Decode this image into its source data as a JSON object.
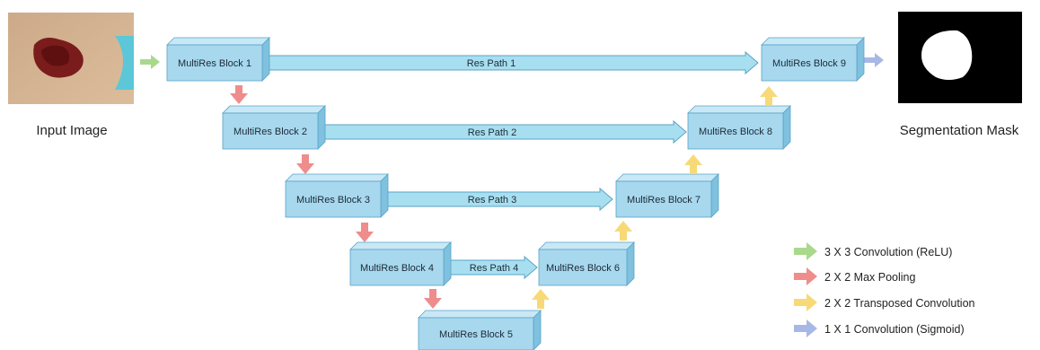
{
  "colors": {
    "block_front": "#a7d8ee",
    "block_top": "#c9e8f6",
    "block_side": "#7fc1de",
    "block_stroke": "#5aa3c7",
    "res_path": "#a8dff0",
    "res_path_stroke": "#5aa3c7",
    "conv_relu": "#a9d98c",
    "max_pool": "#ef8c8c",
    "transposed": "#f8d978",
    "conv_sigmoid": "#a8b8e6"
  },
  "input": {
    "caption": "Input Image"
  },
  "output": {
    "caption": "Segmentation Mask"
  },
  "blocks": [
    {
      "id": "b1",
      "label": "MultiRes Block 1"
    },
    {
      "id": "b2",
      "label": "MultiRes Block 2"
    },
    {
      "id": "b3",
      "label": "MultiRes Block 3"
    },
    {
      "id": "b4",
      "label": "MultiRes Block 4"
    },
    {
      "id": "b5",
      "label": "MultiRes Block 5"
    },
    {
      "id": "b6",
      "label": "MultiRes Block 6"
    },
    {
      "id": "b7",
      "label": "MultiRes Block 7"
    },
    {
      "id": "b8",
      "label": "MultiRes Block 8"
    },
    {
      "id": "b9",
      "label": "MultiRes Block 9"
    }
  ],
  "res_paths": [
    {
      "id": "rp1",
      "label": "Res Path 1"
    },
    {
      "id": "rp2",
      "label": "Res Path 2"
    },
    {
      "id": "rp3",
      "label": "Res Path 3"
    },
    {
      "id": "rp4",
      "label": "Res Path 4"
    }
  ],
  "legend": [
    {
      "label": "3 X 3 Convolution (ReLU)",
      "color_key": "conv_relu"
    },
    {
      "label": "2 X 2 Max Pooling",
      "color_key": "max_pool"
    },
    {
      "label": "2 X 2 Transposed Convolution",
      "color_key": "transposed"
    },
    {
      "label": "1 X 1 Convolution (Sigmoid)",
      "color_key": "conv_sigmoid"
    }
  ]
}
